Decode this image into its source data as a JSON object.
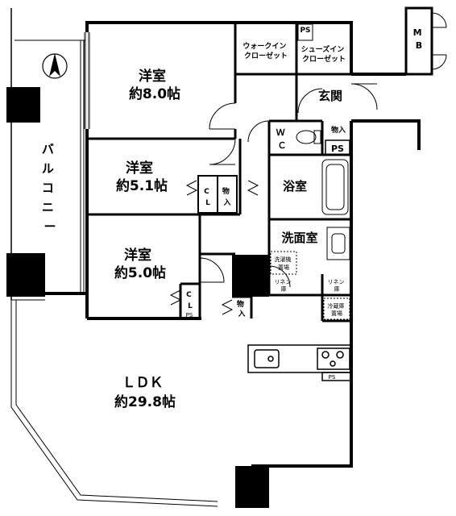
{
  "rooms": {
    "western1": {
      "name": "洋室",
      "size": "約8.0帖"
    },
    "western2": {
      "name": "洋室",
      "size": "約5.1帖"
    },
    "western3": {
      "name": "洋室",
      "size": "約5.0帖"
    },
    "ldk": {
      "name": "ＬＤＫ",
      "size": "約29.8帖"
    },
    "walk_in_closet": {
      "line1": "ウォークイン",
      "line2": "クローゼット"
    },
    "shoes_in_closet": {
      "line1": "シューズイン",
      "line2": "クローゼット"
    },
    "entrance": "玄関",
    "wc": {
      "w": "Ｗ",
      "c": "Ｃ"
    },
    "bath": "浴室",
    "washroom": "洗面室",
    "balcony": [
      "バ",
      "ル",
      "コ",
      "ニ",
      "ー"
    ]
  },
  "labels": {
    "mb": [
      "M",
      "B"
    ],
    "ps": "PS",
    "storage": [
      "物",
      "入"
    ],
    "cl": [
      "C",
      "L"
    ],
    "laundry": [
      "洗濯機",
      "置場"
    ],
    "linen": [
      "リネン",
      "庫"
    ],
    "fridge": [
      "冷蔵庫",
      "置場"
    ]
  },
  "compass": {
    "icon": "north-arrow-icon"
  }
}
